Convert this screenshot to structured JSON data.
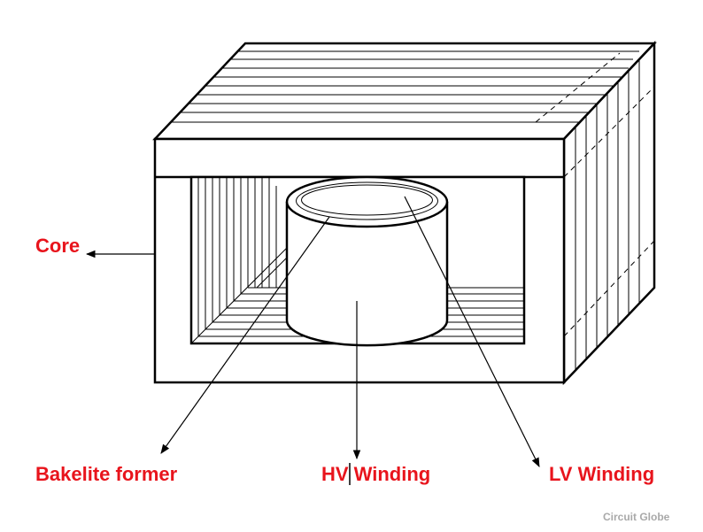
{
  "diagram": {
    "labels": {
      "core": "Core",
      "bakelite_former": "Bakelite former",
      "hv_winding": "HV Winding",
      "lv_winding": "LV Winding"
    },
    "watermark": "Circuit Globe",
    "colors": {
      "label": "#e8141c",
      "stroke": "#000000",
      "background": "#ffffff",
      "watermark": "#a9a9a9"
    }
  }
}
